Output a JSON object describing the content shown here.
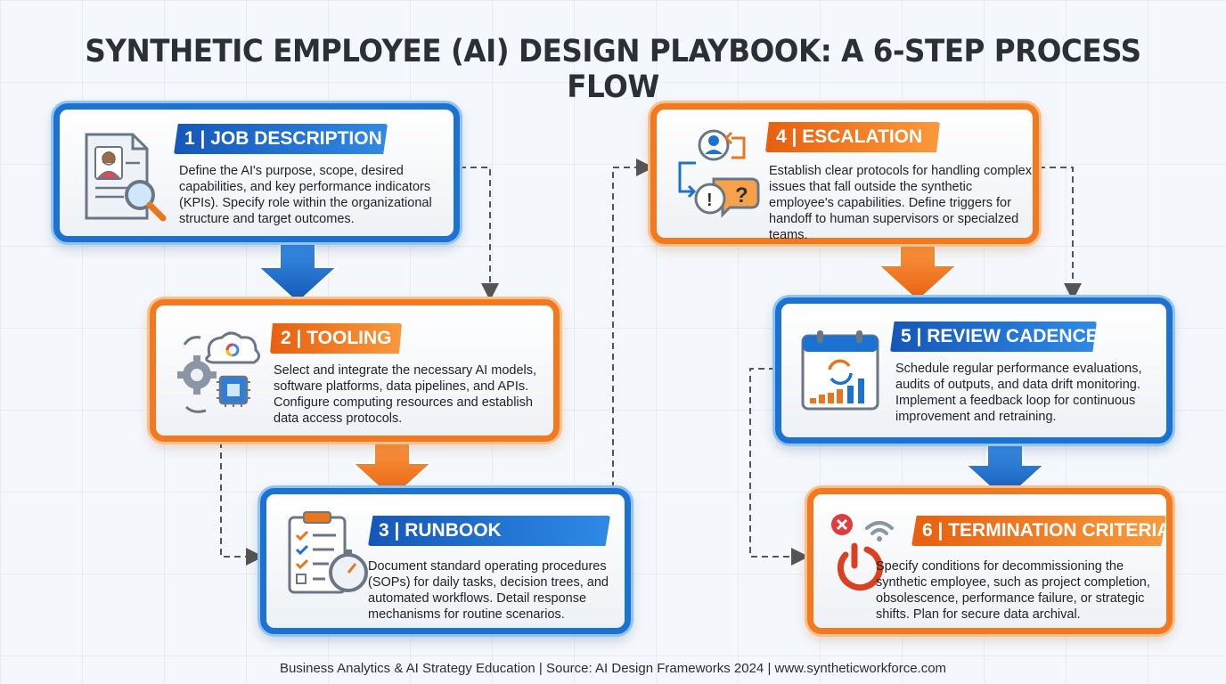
{
  "title": "SYNTHETIC EMPLOYEE (AI) DESIGN PLAYBOOK: A 6-STEP PROCESS FLOW",
  "steps": [
    {
      "heading": "1 | JOB DESCRIPTION",
      "text": "Define the AI's purpose, scope, desired capabilities, and key performance indicators (KPIs). Specify role within the organizational structure and target outcomes.",
      "icon": "document-person-magnifier-icon",
      "color": "blue"
    },
    {
      "heading": "2 | TOOLING",
      "text": "Select and integrate the necessary AI models, software platforms, data pipelines, and APIs. Configure computing resources and establish data access protocols.",
      "icon": "cloud-gear-chip-icon",
      "color": "orange"
    },
    {
      "heading": "3 | RUNBOOK",
      "text": "Document standard operating procedures (SOPs) for daily tasks, decision trees, and automated workflows. Detail response mechanisms for routine scenarios.",
      "icon": "clipboard-stopwatch-icon",
      "color": "blue"
    },
    {
      "heading": "4 | ESCALATION",
      "text": "Establish clear protocols for handling complex issues that fall outside the synthetic employee's capabilities. Define triggers for handoff to human supervisors or specialzed teams.",
      "icon": "escalation-person-question-icon",
      "color": "orange"
    },
    {
      "heading": "5 | REVIEW CADENCE",
      "text": "Schedule regular performance evaluations, audits of outputs, and data drift monitoring. Implement a feedback loop for continuous improvement and retraining.",
      "icon": "calendar-chart-icon",
      "color": "blue"
    },
    {
      "heading": "6 | TERMINATION CRITERIA",
      "text": "Specify conditions for decommissioning the synthetic employee, such as project completion, obsolescence, performance failure, or strategic shifts. Plan for secure data archival.",
      "icon": "power-off-signal-icon",
      "color": "orange"
    }
  ],
  "footer": "Business Analytics & AI Strategy Education | Source: AI Design Frameworks 2024 | www.syntheticworkforce.com",
  "colors": {
    "blue": "#1b72d2",
    "orange": "#f2791f",
    "title": "#2b3038"
  }
}
